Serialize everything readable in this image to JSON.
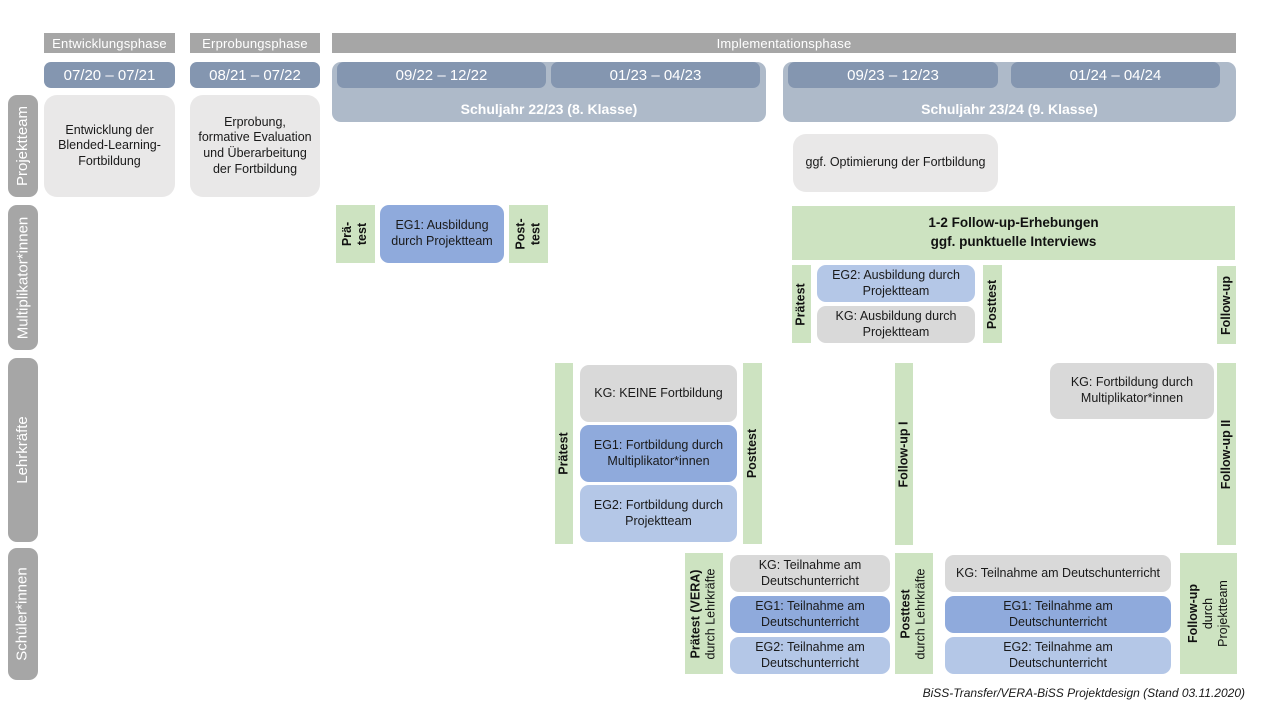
{
  "phases": {
    "entwicklung": "Entwicklungsphase",
    "erprobung": "Erprobungsphase",
    "implementation": "Implementationsphase"
  },
  "dates": {
    "d1": "07/20 – 07/21",
    "d2": "08/21 – 07/22",
    "d3": "09/22 – 12/22",
    "d4": "01/23 – 04/23",
    "d5": "09/23 – 12/23",
    "d6": "01/24 – 04/24"
  },
  "years": {
    "y2223": "Schuljahr 22/23 (8. Klasse)",
    "y2324": "Schuljahr 23/24 (9. Klasse)"
  },
  "rows": {
    "projektteam": "Projektteam",
    "multiplikatoren": "Multiplikator*innen",
    "lehrkraefte": "Lehrkräfte",
    "schueler": "Schüler*innen"
  },
  "projektteam": {
    "entwicklung_box": "Entwicklung der Blended-Learning-Fortbildung",
    "erprobung_box": "Erprobung, formative Evaluation und Überarbeitung der Fortbildung",
    "optimierung_box": "ggf. Optimierung der Fortbildung"
  },
  "multiplikatoren": {
    "praetest1_l1": "Prä-",
    "praetest1_l2": "test",
    "eg1_box": "EG1: Ausbildung durch Projektteam",
    "posttest1_l1": "Post-",
    "posttest1_l2": "test",
    "followup_band_l1": "1-2 Follow-up-Erhebungen",
    "followup_band_l2": "ggf. punktuelle Interviews",
    "praetest2": "Prätest",
    "eg2_box": "EG2: Ausbildung durch Projektteam",
    "kg_box": "KG: Ausbildung durch Projektteam",
    "posttest2": "Posttest",
    "followup": "Follow-up"
  },
  "lehrkraefte": {
    "praetest": "Prätest",
    "kg_box": "KG: KEINE Fortbildung",
    "eg1_box": "EG1: Fortbildung durch Multiplikator*innen",
    "eg2_box": "EG2: Fortbildung durch Projektteam",
    "posttest": "Posttest",
    "followup1": "Follow-up I",
    "kg_box2": "KG: Fortbildung durch Multiplikator*innen",
    "followup2": "Follow-up II"
  },
  "schueler": {
    "praetest_l1": "Prätest (VERA)",
    "praetest_l2": "durch Lehrkräfte",
    "kg_box1": "KG: Teilnahme am Deutschunterricht",
    "eg1_box1": "EG1: Teilnahme am Deutschunterricht",
    "eg2_box1": "EG2: Teilnahme am Deutschunterricht",
    "posttest_l1": "Posttest",
    "posttest_l2": "durch Lehrkräfte",
    "kg_box2": "KG: Teilnahme am Deutschunterricht",
    "eg1_box2": "EG1: Teilnahme am Deutschunterricht",
    "eg2_box2": "EG2: Teilnahme am Deutschunterricht",
    "followup_l1": "Follow-up",
    "followup_l2": "durch",
    "followup_l3": "Projektteam"
  },
  "footer": {
    "caption": "BiSS-Transfer/VERA-BiSS Projektdesign (Stand 03.11.2020)"
  },
  "colors": {
    "phase_bar": "#a6a6a6",
    "date_bar": "#8496b0",
    "year_band": "#aebac9",
    "green": "#cde3c1",
    "eg1_blue": "#8faadc",
    "eg2_blue": "#b4c7e7",
    "kg_gray": "#d9d9d9",
    "light_gray": "#e9e8e8"
  }
}
